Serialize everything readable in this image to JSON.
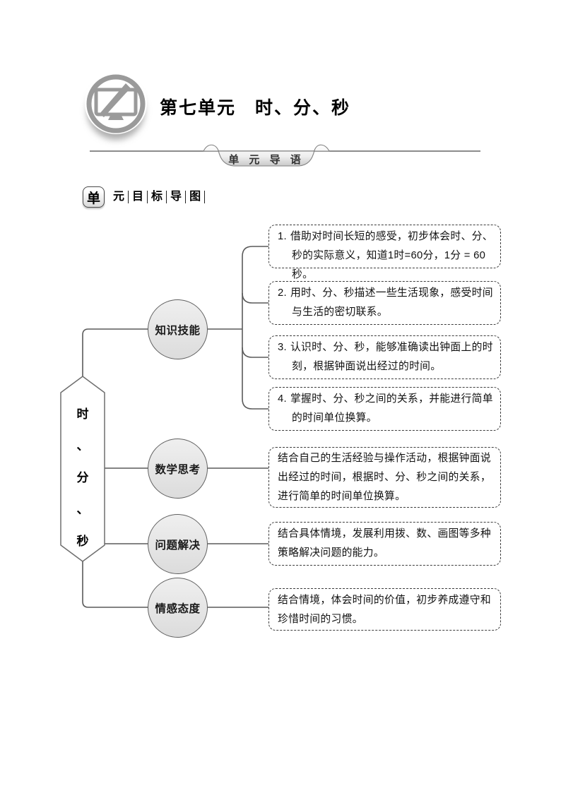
{
  "page": {
    "title": "第七单元　时、分、秒",
    "banner_label": "单 元 导 语",
    "unit_nav": {
      "box_char": "单",
      "chars": [
        "元",
        "目",
        "标",
        "导",
        "图"
      ]
    }
  },
  "diagram": {
    "root_label": "时、分、秒",
    "root_chars": [
      "时",
      "、",
      "分",
      "、",
      "秒"
    ],
    "branches": [
      {
        "label": "知识技能",
        "items": [
          {
            "num": "1.",
            "text": "借助对时间长短的感受，初步体会时、分、秒的实际意义，知道1时=60分，1分 = 60秒。"
          },
          {
            "num": "2.",
            "text": "用时、分、秒描述一些生活现象，感受时间与生活的密切联系。"
          },
          {
            "num": "3.",
            "text": "认识时、分、秒，能够准确读出钟面上的时刻，根据钟面说出经过的时间。"
          },
          {
            "num": "4.",
            "text": "掌握时、分、秒之间的关系，并能进行简单的时间单位换算。"
          }
        ]
      },
      {
        "label": "数学思考",
        "items": [
          {
            "text": "结合自己的生活经验与操作活动，根据钟面说出经过的时间，根据时、分、秒之间的关系，进行简单的时间单位换算。"
          }
        ]
      },
      {
        "label": "问题解决",
        "items": [
          {
            "text": "结合具体情境，发展利用拨、数、画图等多种策略解决问题的能力。"
          }
        ]
      },
      {
        "label": "情感态度",
        "items": [
          {
            "text": "结合情境，体会时间的价值，初步养成遵守和珍惜时间的习惯。"
          }
        ]
      }
    ]
  },
  "colors": {
    "connector": "#5a5a5a",
    "circle_border": "#606060",
    "box_border": "#3c3c3c",
    "icon_gray": "#9a9a9a",
    "title_text": "#000000",
    "body_text": "#111111"
  }
}
